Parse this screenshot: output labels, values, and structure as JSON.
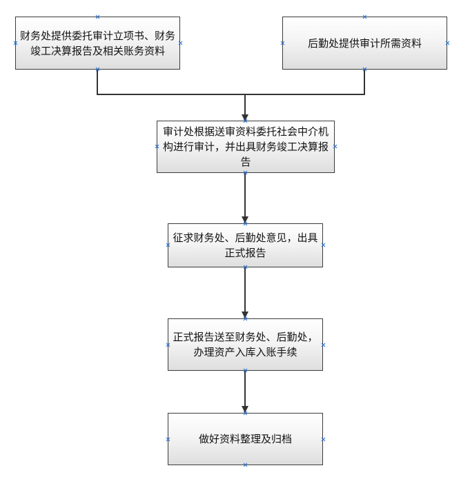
{
  "nodes": [
    {
      "id": "finance",
      "text": "财务处提供委托审计立项书、财务竣工决算报告及相关账务资料"
    },
    {
      "id": "logistics",
      "text": "后勤处提供审计所需资料"
    },
    {
      "id": "audit",
      "text": "审计处根据送审资料委托社会中介机构进行审计，并出具财务竣工决算报告"
    },
    {
      "id": "opinion",
      "text": "征求财务处、后勤处意见，出具正式报告"
    },
    {
      "id": "delivery",
      "text": "正式报告送至财务处、后勤处，办理资产入库入账手续"
    },
    {
      "id": "archive",
      "text": "做好资料整理及归档"
    }
  ],
  "edges": [
    {
      "from": "finance",
      "to": "audit"
    },
    {
      "from": "logistics",
      "to": "audit"
    },
    {
      "from": "audit",
      "to": "opinion"
    },
    {
      "from": "opinion",
      "to": "delivery"
    },
    {
      "from": "delivery",
      "to": "archive"
    }
  ],
  "colors": {
    "box_border": "#3a3a3a",
    "box_fill_top": "#ffffff",
    "box_fill_bottom": "#dedede",
    "connector": "#333333",
    "handle": "#1e6bd6"
  }
}
